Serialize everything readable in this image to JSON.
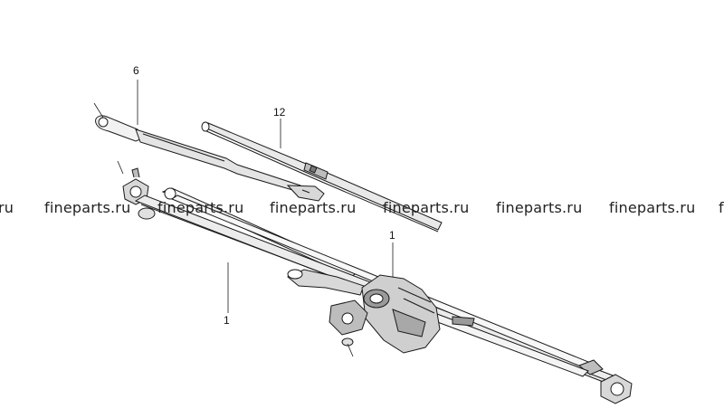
{
  "callouts": {
    "c6": "6",
    "c12": "12",
    "c1_motor": "1",
    "c1_linkage": "1"
  },
  "watermark": {
    "text": "fineparts.ru",
    "partial_left": "ru",
    "partial_right": "f"
  },
  "colors": {
    "line": "#1a1a1a",
    "fill_light": "#f2f2f2",
    "fill_mid": "#d8d8d8",
    "fill_dark": "#9a9a9a"
  }
}
